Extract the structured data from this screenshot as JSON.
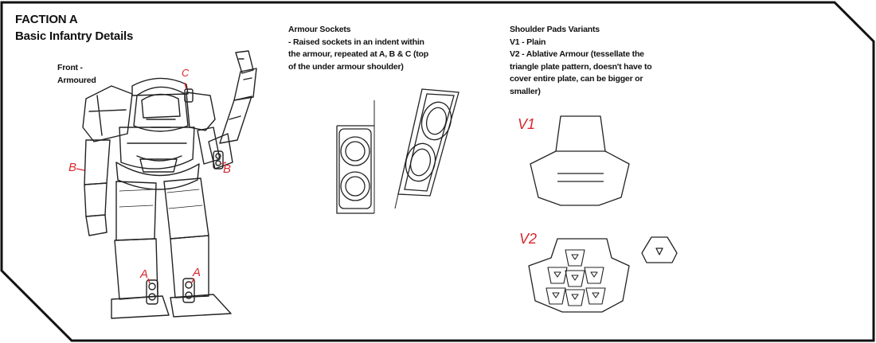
{
  "title": {
    "line1": "FACTION A",
    "line2": "Basic Infantry Details"
  },
  "front_view": {
    "label_line1": "Front -",
    "label_line2": "Armoured",
    "markers": {
      "a1": "A",
      "a2": "A",
      "b1": "B",
      "b2": "B",
      "c": "C"
    }
  },
  "sockets": {
    "heading": "Armour Sockets",
    "desc_lines": [
      "- Raised sockets in an indent within",
      "the armour, repeated at A, B & C (top",
      "of the under armour shoulder)"
    ]
  },
  "shoulder_pads": {
    "heading": "Shoulder Pads Variants",
    "v1_desc": "V1 - Plain",
    "v2_desc_lines": [
      "V2 - Ablative Armour (tessellate the",
      "triangle plate pattern, doesn't have to",
      "cover entire plate, can be bigger or",
      "smaller)"
    ],
    "v1_tag": "V1",
    "v2_tag": "V2"
  },
  "colors": {
    "annotation_red": "#d9262b",
    "ink": "#111111"
  }
}
